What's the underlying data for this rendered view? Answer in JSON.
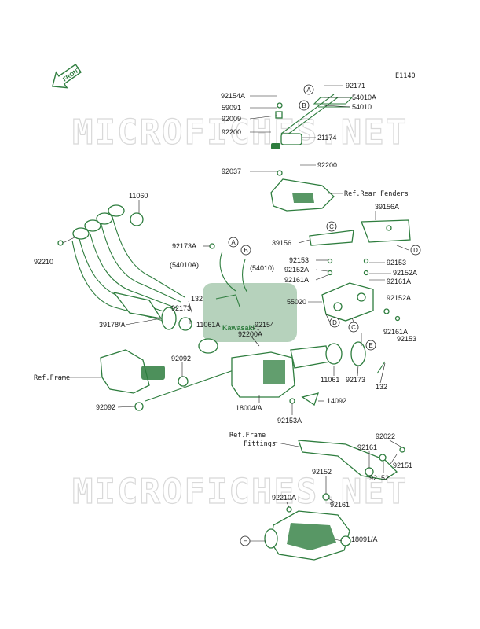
{
  "diagram_code": "E1140",
  "front_label": "FRONT",
  "watermark": "MICROFICHES.NET",
  "badge_text": "Kawasaki",
  "colors": {
    "part": "#2e7d3e",
    "line": "#1a1a1a",
    "watermark": "#d9d9d9"
  },
  "parts": {
    "p92171": "92171",
    "p54010A_top": "54010A",
    "p54010_top": "54010",
    "p92154A": "92154A",
    "p59091": "59091",
    "p92009": "92009",
    "p92200_a": "92200",
    "p21174": "21174",
    "p92037": "92037",
    "p92200_b": "92200",
    "ref_rear_fenders": "Ref.Rear Fenders",
    "p11060": "11060",
    "p92210": "92210",
    "p39156A": "39156A",
    "p39156": "39156",
    "p92173A": "92173A",
    "p54010A_paren": "(54010A)",
    "p54010_paren": "(54010)",
    "p92153_l": "92153",
    "p92152A_l": "92152A",
    "p92161A_l": "92161A",
    "p92153_r": "92153",
    "p92152A_r": "92152A",
    "p92161A_r": "92161A",
    "p55020": "55020",
    "p92152A_r2": "92152A",
    "p92161A_r2": "92161A",
    "p92153_r2": "92153",
    "p132_a": "132",
    "p92173_a": "92173",
    "p11061A": "11061A",
    "p92154": "92154",
    "p92200A": "92200A",
    "p39178A": "39178/A",
    "ref_frame_1": "Ref.Frame",
    "p92092_a": "92092",
    "p92092_b": "92092",
    "p11061": "11061",
    "p92173_b": "92173",
    "p132_b": "132",
    "p18004A": "18004/A",
    "p14092": "14092",
    "p92153A": "92153A",
    "ref_frame_2": "Ref.Frame",
    "fittings": "Fittings",
    "p92022": "92022",
    "p92161_a": "92161",
    "p92151": "92151",
    "p92152_a": "92152",
    "p92152_b": "92152",
    "p92210A": "92210A",
    "p92161_b": "92161",
    "p18091A": "18091/A"
  },
  "callouts": {
    "A": "A",
    "B": "B",
    "C": "C",
    "D": "D",
    "E": "E"
  }
}
